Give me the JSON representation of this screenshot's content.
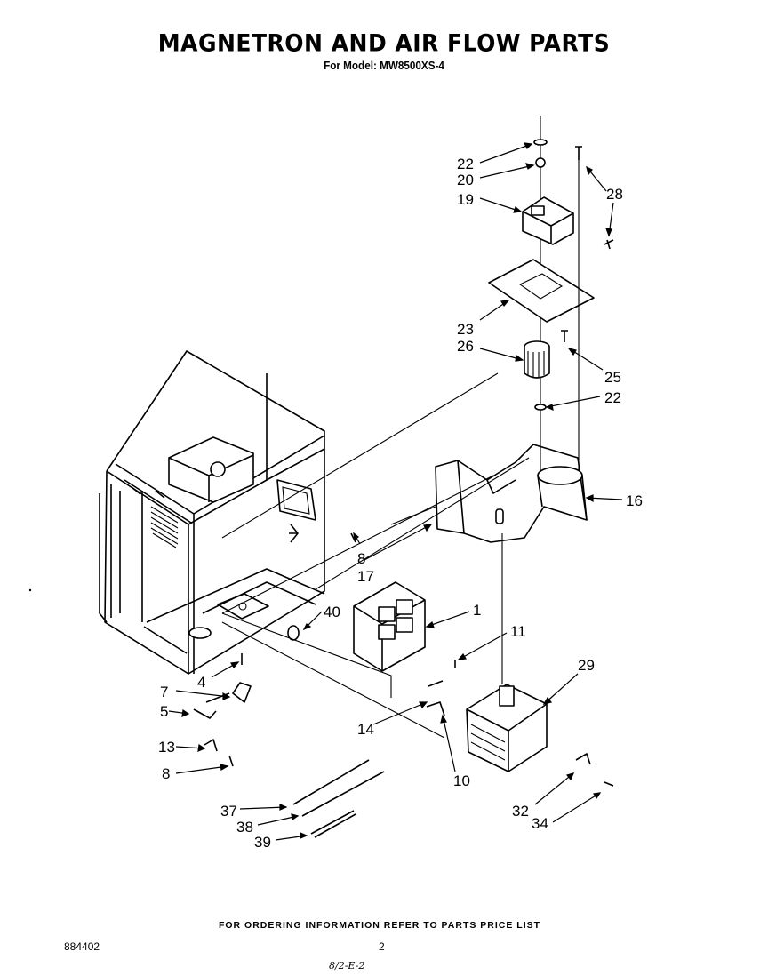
{
  "header": {
    "title": "MAGNETRON AND AIR FLOW PARTS",
    "subtitle": "For Model: MW8500XS-4"
  },
  "callouts": [
    "22",
    "20",
    "19",
    "28",
    "23",
    "26",
    "25",
    "22",
    "16",
    "8",
    "17",
    "1",
    "40",
    "11",
    "29",
    "4",
    "7",
    "5",
    "13",
    "14",
    "10",
    "8",
    "37",
    "38",
    "39",
    "32",
    "34"
  ],
  "footer": {
    "ordering_note": "FOR ORDERING INFORMATION REFER TO PARTS PRICE LIST",
    "document_number": "884402",
    "page_number": "2",
    "handwritten_note": "8/2-E-2"
  }
}
